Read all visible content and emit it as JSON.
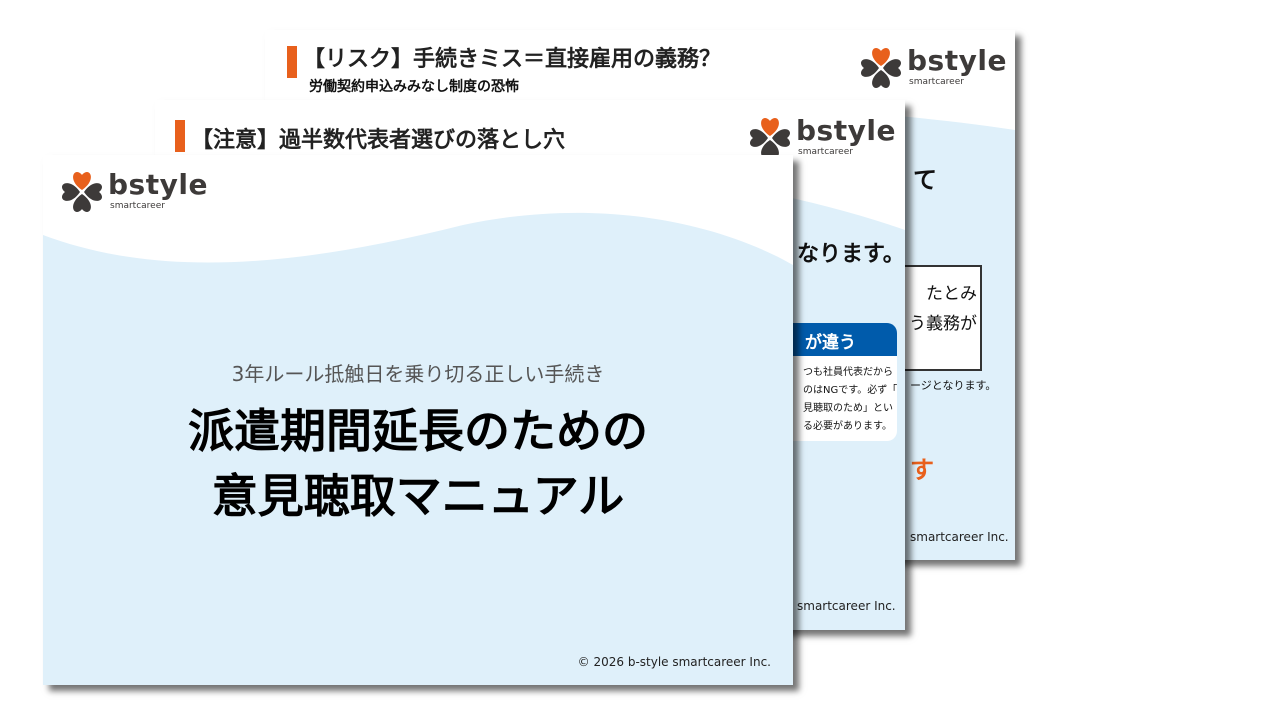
{
  "colors": {
    "accent": "#e8601c",
    "slide_bg": "#dff0fa",
    "card_header": "#005bab",
    "text": "#111111"
  },
  "logo": {
    "word": "bstyle",
    "sub": "smartcareer",
    "icon": "clover-heart-logo"
  },
  "slide3": {
    "title": "【リスク】手続きミス＝直接雇用の義務？",
    "subtitle": "労働契約申込みみなし制度の恐怖",
    "fragment_1": "て",
    "box_line_1": "たとみ",
    "box_line_2": "う義務が",
    "note": "ージとなります。",
    "orange_fragment": "す",
    "footer": "smartcareer Inc."
  },
  "slide2": {
    "title": "【注意】過半数代表者選びの落とし穴",
    "fragment_1": "なります。",
    "card_header": "が違う",
    "card_lines": [
      "つも社員代表だから",
      "のはNGです。必ず「",
      "見聴取のため」とい",
      "る必要があります。"
    ],
    "footer": "smartcareer Inc."
  },
  "slide1": {
    "subtitle": "3年ルール抵触日を乗り切る正しい手続き",
    "title_line_1": "派遣期間延長のための",
    "title_line_2": "意見聴取マニュアル",
    "footer": "© 2026 b-style smartcareer Inc."
  }
}
